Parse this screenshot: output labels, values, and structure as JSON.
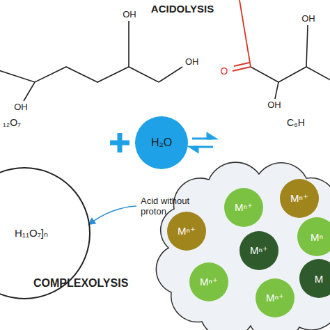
{
  "diagram": {
    "nodes": [
      {
        "text": [
          "H₂O"
        ]
      },
      {
        "text": [
          "H₁₁O₇]ₙ"
        ]
      },
      {
        "text": [
          "Mⁿ⁺"
        ]
      },
      {
        "text": [
          "Mⁿ⁺"
        ]
      },
      {
        "text": [
          "Mⁿ⁺"
        ]
      },
      {
        "text": [
          "Mⁿ⁺"
        ]
      },
      {
        "text": [
          "Mⁿ"
        ]
      },
      {
        "text": [
          "Mⁿ⁺"
        ]
      },
      {
        "text": [
          "Mⁿ⁺"
        ]
      },
      {
        "text": [
          "M"
        ]
      }
    ],
    "labels": [
      "ACIDOLYSIS",
      "OH",
      "OH",
      "OH",
      "O",
      "OH",
      "OH",
      "₁₂O₇",
      "C₆H",
      "Acid without proton",
      "COMPLEXOLYSIS"
    ]
  }
}
